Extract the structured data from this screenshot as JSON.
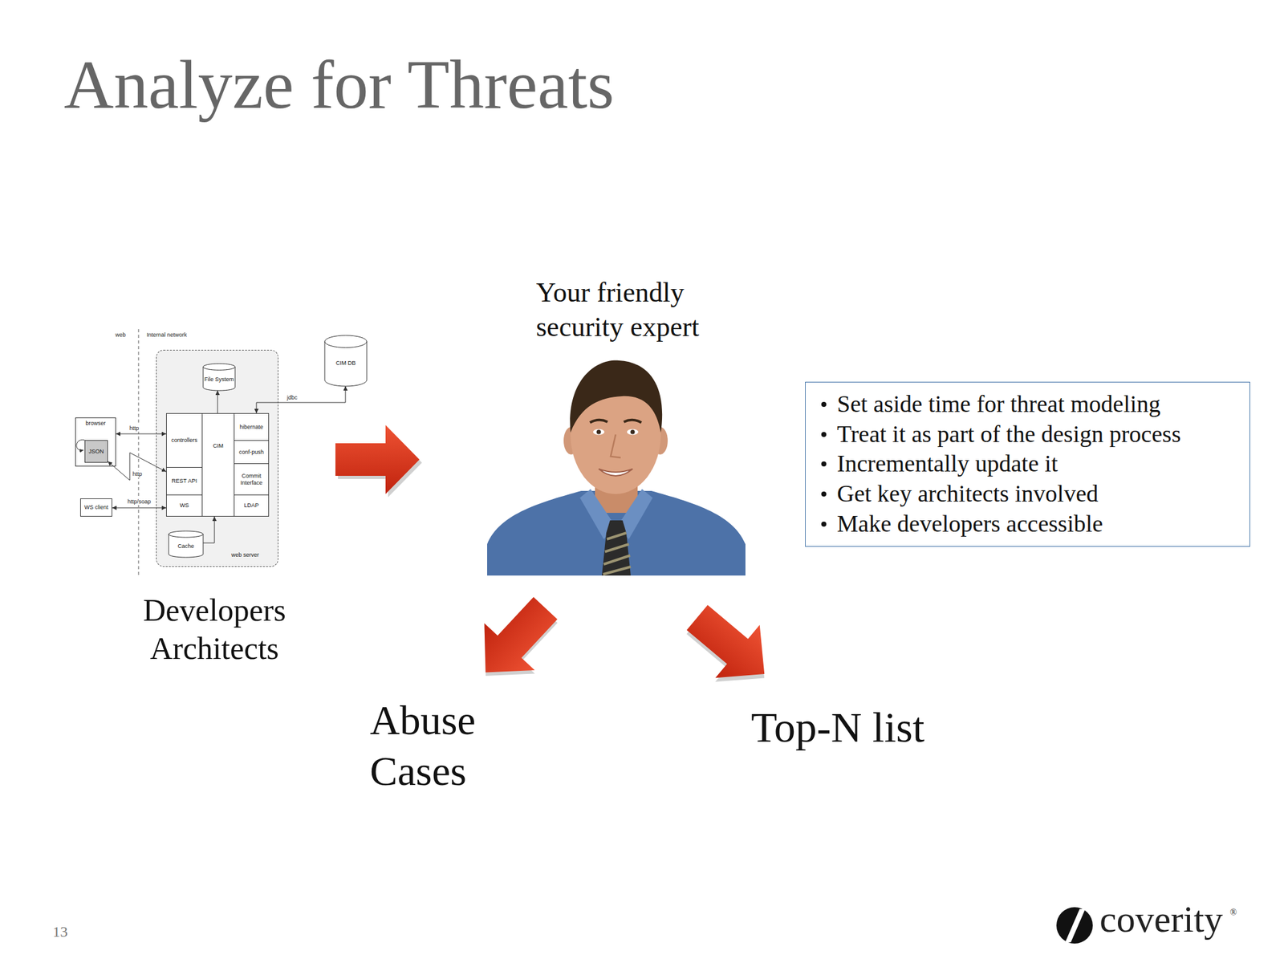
{
  "diagram": {
    "title": "Analyze for Threats",
    "nodes": [
      {
        "text": [
          "browser"
        ]
      },
      {
        "text": [
          "JSON"
        ],
        "in": 0
      },
      {
        "text": [
          "WS client"
        ]
      },
      {
        "text": [
          "web server"
        ]
      },
      {
        "text": [
          "File System"
        ],
        "in": 3
      },
      {
        "text": [
          "controllers"
        ],
        "in": 3
      },
      {
        "text": [
          "CIM"
        ],
        "in": 3
      },
      {
        "text": [
          "hibernate"
        ],
        "in": 3
      },
      {
        "text": [
          "conf-push"
        ],
        "in": 3
      },
      {
        "text": [
          "REST API"
        ],
        "in": 3
      },
      {
        "text": [
          "Commit Interface"
        ],
        "in": 3
      },
      {
        "text": [
          "WS"
        ],
        "in": 3
      },
      {
        "text": [
          "LDAP"
        ],
        "in": 3
      },
      {
        "text": [
          "Cache"
        ],
        "in": 3
      },
      {
        "text": [
          "CIM DB"
        ]
      },
      {
        "text": [
          "Set aside time for threat modeling",
          "Treat it as part of the design process",
          "Incrementally update it",
          "Get key architects involved",
          "Make developers accessible"
        ]
      }
    ],
    "edges": [
      {
        "from": 0,
        "to": 5,
        "arrow": "both",
        "label": "http"
      },
      {
        "from": 1,
        "to": 9,
        "arrow": "both",
        "label": "http"
      },
      {
        "from": 2,
        "to": 11,
        "arrow": "both",
        "label": "http/soap"
      },
      {
        "from": 6,
        "to": 4,
        "arrow": "to"
      },
      {
        "from": 7,
        "to": 14,
        "arrow": "both",
        "label": "jdbc"
      },
      {
        "from": 13,
        "to": 6,
        "arrow": "to"
      }
    ],
    "labels": [
      "Your friendly security expert",
      "web",
      "Internal network",
      "Developers Architects",
      "Abuse Cases",
      "Top-N list",
      "13",
      "coverity",
      "®"
    ]
  }
}
